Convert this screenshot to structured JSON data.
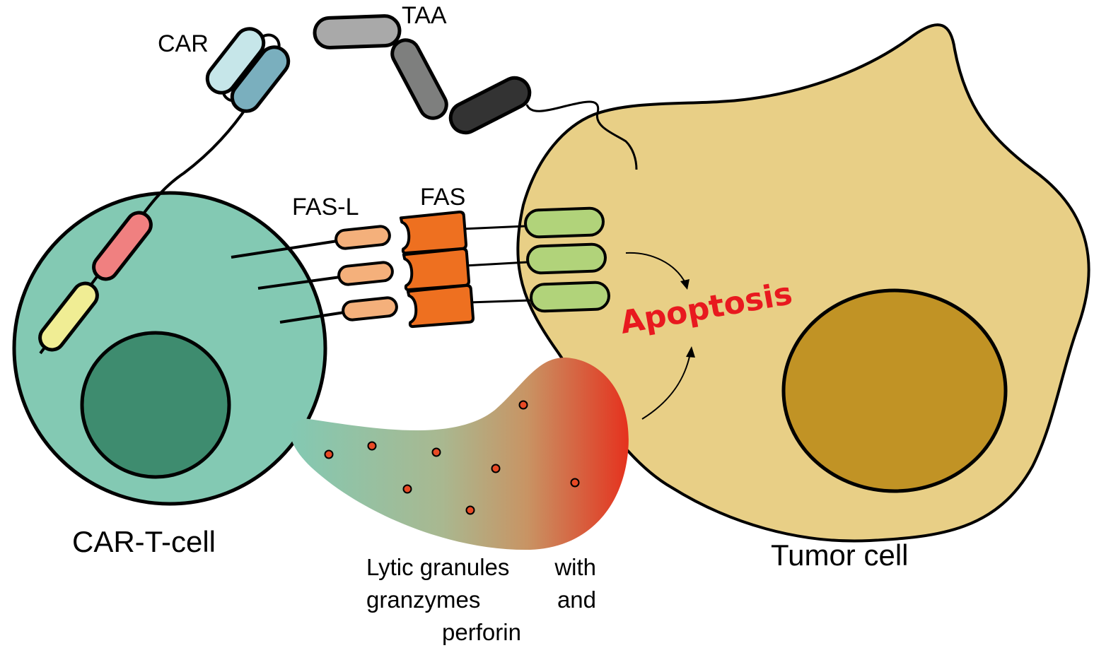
{
  "labels": {
    "car": "CAR",
    "taa": "TAA",
    "fas_l": "FAS-L",
    "fas": "FAS",
    "apoptosis": "Apoptosis",
    "car_t_cell": "CAR-T-cell",
    "tumor_cell": "Tumor cell",
    "lytic_line1_a": "Lytic granules",
    "lytic_line1_b": "with",
    "lytic_line2_a": "granzymes",
    "lytic_line2_b": "and",
    "lytic_line3": "perforin"
  },
  "colors": {
    "car_t_cytoplasm": "#83c9b3",
    "car_t_nucleus": "#3e8c6f",
    "tumor_cytoplasm": "#e8cf86",
    "tumor_nucleus": "#c19325",
    "car_light": "#c6e6e9",
    "car_dark": "#7aafbe",
    "costim_red": "#f08080",
    "costim_yellow": "#f0ed94",
    "taa_light": "#a9a9a9",
    "taa_mid": "#7e7f7e",
    "taa_dark": "#333333",
    "fas_l": "#f4b07b",
    "fas": "#ee7020",
    "fas_receptor_green": "#b1d37a",
    "granule_gradient_start": "#83c9b3",
    "granule_gradient_end": "#e5321e",
    "granule_dot": "#e84a25",
    "apoptosis_text": "#e8191f"
  },
  "granule_count": 8,
  "fas_pair_count": 3
}
